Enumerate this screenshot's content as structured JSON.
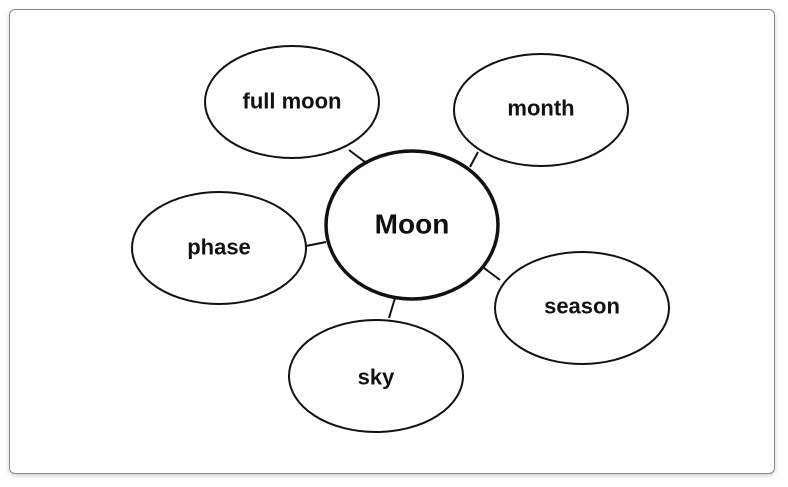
{
  "diagram": {
    "type": "concept-web",
    "center": {
      "label": "Moon"
    },
    "nodes": [
      {
        "id": "full-moon",
        "label": "full moon"
      },
      {
        "id": "month",
        "label": "month"
      },
      {
        "id": "phase",
        "label": "phase"
      },
      {
        "id": "season",
        "label": "season"
      },
      {
        "id": "sky",
        "label": "sky"
      }
    ]
  },
  "colors": {
    "stroke": "#111111",
    "fill": "#ffffff",
    "border": "#8a8a8a"
  }
}
